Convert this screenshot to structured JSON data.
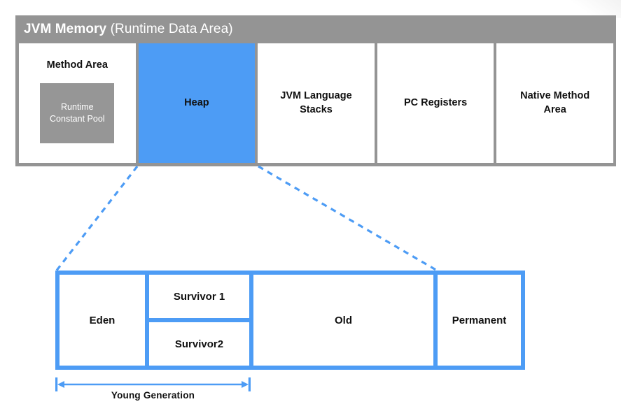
{
  "diagram": {
    "title_strong": "JVM Memory",
    "title_light": " (Runtime Data Area)",
    "colors": {
      "frame_gray": "#949494",
      "inner_gray": "#969696",
      "accent_blue": "#4d9cf5",
      "box_white": "#ffffff",
      "text_black": "#111111"
    }
  },
  "runtime_data_area": {
    "boxes": [
      {
        "name": "method-area",
        "label": "Method Area",
        "fill": "white",
        "nested": {
          "name": "runtime-constant-pool",
          "label": "Runtime\nConstant Pool",
          "fill": "gray"
        }
      },
      {
        "name": "heap",
        "label": "Heap",
        "fill": "blue"
      },
      {
        "name": "jvm-language-stacks",
        "label": "JVM Language\nStacks",
        "fill": "white"
      },
      {
        "name": "pc-registers",
        "label": "PC Registers",
        "fill": "white"
      },
      {
        "name": "native-method-area",
        "label": "Native Method\nArea",
        "fill": "white"
      }
    ]
  },
  "heap_detail": {
    "regions": [
      {
        "name": "eden",
        "label": "Eden"
      },
      {
        "name": "survivor-1",
        "label": "Survivor 1"
      },
      {
        "name": "survivor-2",
        "label": "Survivor2"
      },
      {
        "name": "old",
        "label": "Old"
      },
      {
        "name": "permanent",
        "label": "Permanent"
      }
    ],
    "measure": {
      "name": "young-generation",
      "label": "Young Generation"
    }
  }
}
